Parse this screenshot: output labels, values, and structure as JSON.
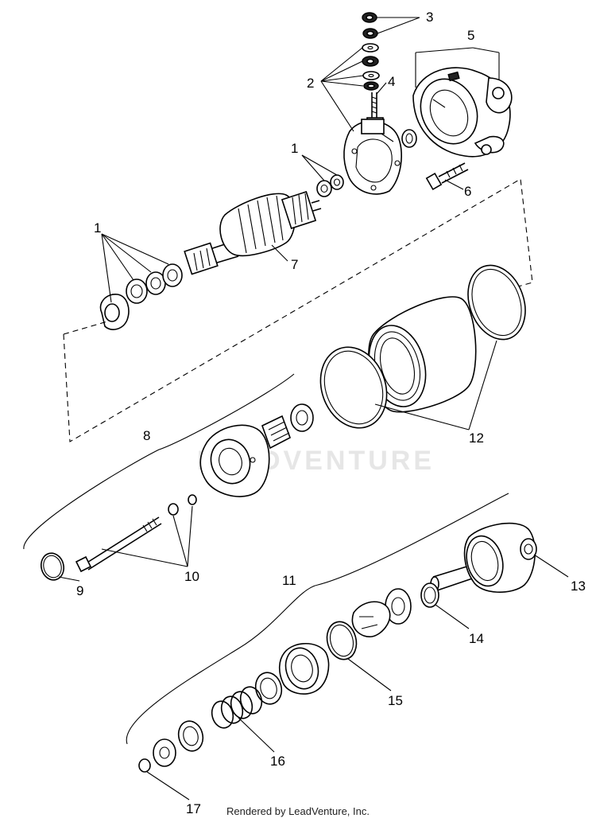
{
  "watermark": "LEADVENTURE",
  "footer": "Rendered by LeadVenture, Inc.",
  "callouts": [
    {
      "id": "3",
      "label": "3"
    },
    {
      "id": "5",
      "label": "5"
    },
    {
      "id": "2",
      "label": "2"
    },
    {
      "id": "4",
      "label": "4"
    },
    {
      "id": "1a",
      "label": "1"
    },
    {
      "id": "6",
      "label": "6"
    },
    {
      "id": "1b",
      "label": "1"
    },
    {
      "id": "7",
      "label": "7"
    },
    {
      "id": "8",
      "label": "8"
    },
    {
      "id": "12",
      "label": "12"
    },
    {
      "id": "10",
      "label": "10"
    },
    {
      "id": "9",
      "label": "9"
    },
    {
      "id": "11",
      "label": "11"
    },
    {
      "id": "13",
      "label": "13"
    },
    {
      "id": "14",
      "label": "14"
    },
    {
      "id": "15",
      "label": "15"
    },
    {
      "id": "16",
      "label": "16"
    },
    {
      "id": "17",
      "label": "17"
    }
  ]
}
